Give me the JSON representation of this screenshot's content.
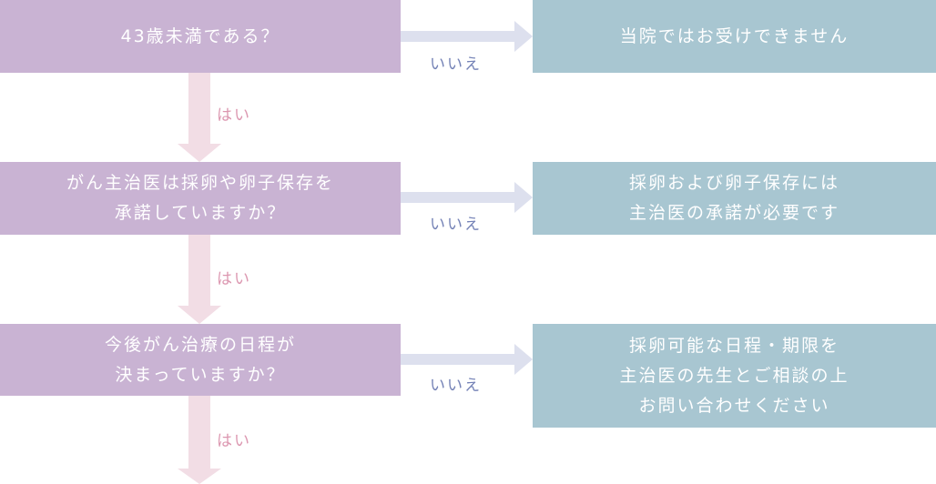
{
  "colors": {
    "question_box": "#c9b3d3",
    "answer_box": "#a8c6d1",
    "down_arrow": "#f2dde5",
    "right_arrow": "#dde0ee",
    "yes_text": "#dc97b0",
    "no_text": "#7482b6"
  },
  "questions": [
    "43歳未満である？",
    "がん主治医は採卵や卵子保存を\n承諾していますか？",
    "今後がん治療の日程が\n決まっていますか？"
  ],
  "answers": [
    "当院ではお受けできません",
    "採卵および卵子保存には\n主治医の承諾が必要です",
    "採卵可能な日程・期限を\n主治医の先生とご相談の上\nお問い合わせください"
  ],
  "labels": {
    "yes": "はい",
    "no": "いいえ"
  }
}
